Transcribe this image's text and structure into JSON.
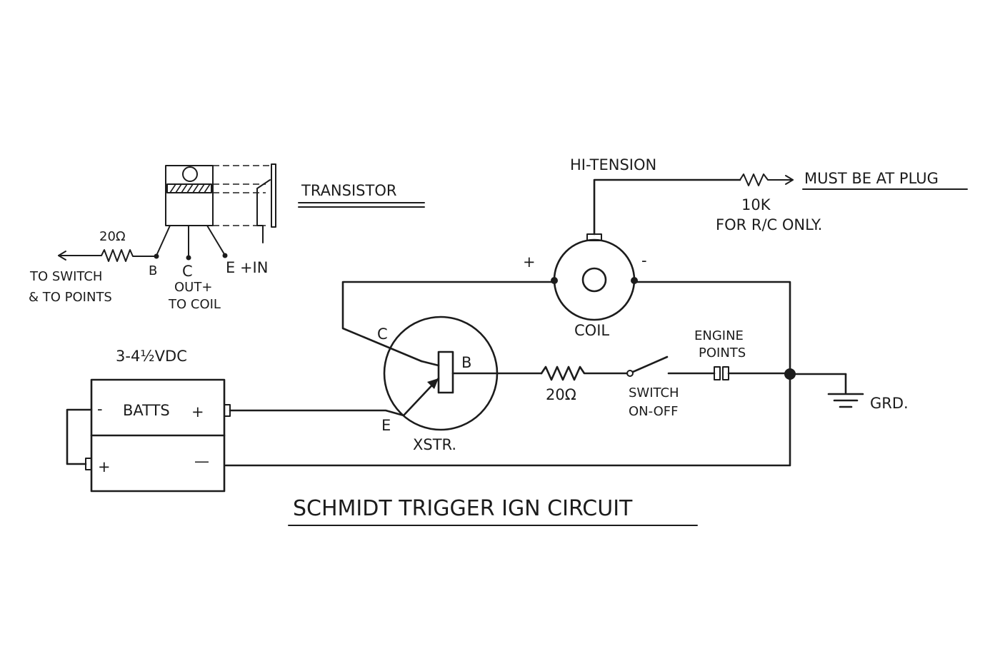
{
  "diagram": {
    "title": "SCHMIDT TRIGGER IGN CIRCUIT",
    "transistor_legend": "TRANSISTOR",
    "transistor_detail": {
      "resistor_value": "20Ω",
      "lead_b": "B",
      "lead_c": "C",
      "lead_e": "E +IN",
      "to_switch_line1": "TO SWITCH",
      "to_switch_line2": "& TO POINTS",
      "out_line1": "OUT+",
      "out_line2": "TO COIL"
    },
    "battery": {
      "voltage": "3-4½VDC",
      "label": "BATTS",
      "plus_top": "+",
      "minus_top": "-",
      "plus_bottom": "+",
      "minus_bottom": "—"
    },
    "xstr": {
      "label": "XSTR.",
      "pin_c": "C",
      "pin_b": "B",
      "pin_e": "E"
    },
    "coil": {
      "label": "COIL",
      "plus": "+",
      "minus": "-"
    },
    "hi_tension": {
      "label": "HI-TENSION",
      "must_be": "MUST BE AT PLUG",
      "resistor_value": "10K",
      "note": "FOR R/C ONLY."
    },
    "base_resistor": "20Ω",
    "switch": {
      "line1": "SWITCH",
      "line2": "ON-OFF"
    },
    "points": {
      "line1": "ENGINE",
      "line2": "POINTS"
    },
    "ground": "GRD."
  }
}
